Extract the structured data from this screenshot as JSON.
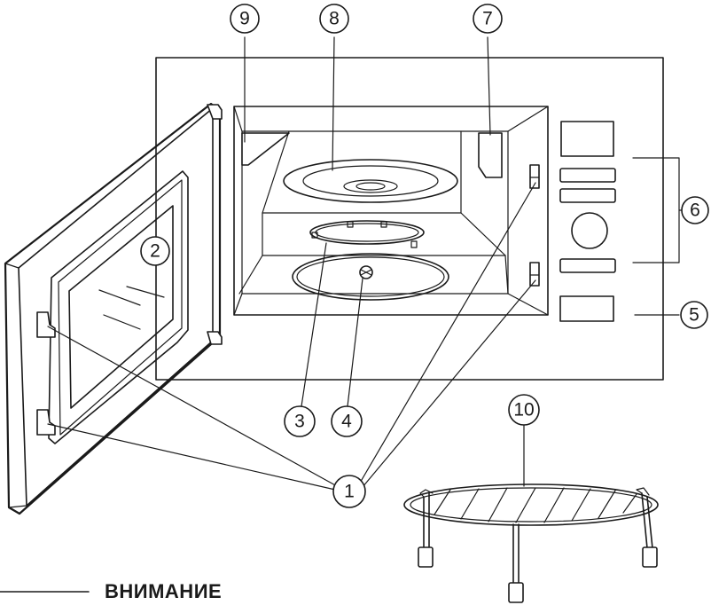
{
  "callouts": [
    {
      "id": "c1",
      "label": "1"
    },
    {
      "id": "c2",
      "label": "2"
    },
    {
      "id": "c3",
      "label": "3"
    },
    {
      "id": "c4",
      "label": "4"
    },
    {
      "id": "c5",
      "label": "5"
    },
    {
      "id": "c6",
      "label": "6"
    },
    {
      "id": "c7",
      "label": "7"
    },
    {
      "id": "c8",
      "label": "8"
    },
    {
      "id": "c9",
      "label": "9"
    },
    {
      "id": "c10",
      "label": "10"
    }
  ],
  "warning": {
    "heading": "ВНИМАНИЕ"
  },
  "colors": {
    "line": "#1a1a1a",
    "background": "#ffffff"
  }
}
